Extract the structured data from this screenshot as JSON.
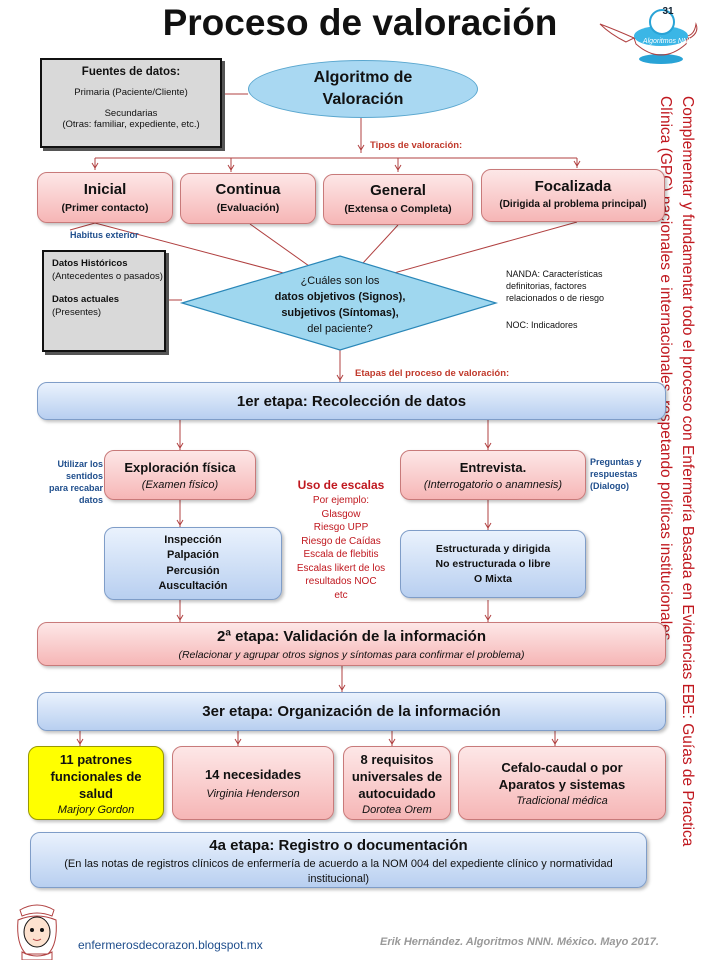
{
  "title": "Proceso de valoración",
  "badge_number": "31",
  "badge_text": "Algoritmos NNN",
  "side_text": "Complementar y fundamentar todo el proceso con Enfermería Basada en Evidencias EBE: Guías de Practica Clínica (GPC) nacionales e internacionales, respetando políticas institucionales.",
  "fuentes": {
    "title": "Fuentes de datos:",
    "primaria": "Primaria (Paciente/Cliente)",
    "secundarias": "Secundarias",
    "otras": "(Otras: familiar, expediente, etc.)"
  },
  "algoritmo": "Algoritmo de Valoración",
  "tipos_label": "Tipos de valoración:",
  "tipos": [
    {
      "title": "Inicial",
      "sub": "(Primer contacto)"
    },
    {
      "title": "Continua",
      "sub": "(Evaluación)"
    },
    {
      "title": "General",
      "sub": "(Extensa o Completa)"
    },
    {
      "title": "Focalizada",
      "sub": "(Dirigida al problema principal)"
    }
  ],
  "habitus": "Habitus exterior",
  "datos": {
    "hist_title": "Datos Históricos",
    "hist_sub": "(Antecedentes o pasados)",
    "act_title": "Datos actuales",
    "act_sub": "(Presentes)"
  },
  "diamond": {
    "l1": "¿Cuáles son los",
    "l2": "datos objetivos (Signos),",
    "l3": "subjetivos (Síntomas),",
    "l4": "del paciente?"
  },
  "nanda": "NANDA: Características definitorias, factores relacionados o de riesgo",
  "noc": "NOC: Indicadores",
  "etapas_label": "Etapas del proceso de valoración:",
  "etapa1": "1er etapa: Recolección de datos",
  "utilizar": "Utilizar los sentidos para recabar datos",
  "exploracion": {
    "title": "Exploración física",
    "sub": "(Examen físico)"
  },
  "entrevista": {
    "title": "Entrevista.",
    "sub": "(Interrogatorio o anamnesis)"
  },
  "preguntas": "Preguntas y respuestas (Dialogo)",
  "escalas": {
    "title": "Uso de escalas",
    "lines": [
      "Por ejemplo:",
      "Glasgow",
      "Riesgo UPP",
      "Riesgo de Caídas",
      "Escala de flebitis",
      "Escalas likert de los",
      "resultados NOC",
      "etc"
    ]
  },
  "tecnicas": [
    "Inspección",
    "Palpación",
    "Percusión",
    "Auscultación"
  ],
  "tipos_entrevista": [
    "Estructurada y dirigida",
    "No estructurada o libre",
    "O Mixta"
  ],
  "etapa2": {
    "title": "2ª etapa: Validación de la información",
    "sub": "(Relacionar y agrupar otros signos y síntomas para confirmar el problema)"
  },
  "etapa3": "3er etapa: Organización de la información",
  "modelos": [
    {
      "title": "11 patrones funcionales de salud",
      "author": "Marjory Gordon"
    },
    {
      "title": "14 necesidades",
      "author": "Virginia Henderson"
    },
    {
      "title": "8 requisitos universales de autocuidado",
      "author": "Dorotea Orem"
    },
    {
      "title": "Cefalo-caudal o por Aparatos y sistemas",
      "author": "Tradicional médica"
    }
  ],
  "etapa4": {
    "title": "4a etapa: Registro o documentación",
    "sub": "(En las notas de registros clínicos de enfermería de acuerdo a la NOM 004 del expediente clínico y normatividad institucional)"
  },
  "footer_url": "enfermerosdecorazon.blogspot.mx",
  "footer_credit": "Erik Hernández. Algoritmos NNN. México. Mayo 2017.",
  "colors": {
    "red_text": "#c0181f",
    "pink": "#f6b6b6",
    "blue": "#b8cff0",
    "yellow": "#ffff00",
    "ellipse": "#a9d8f2"
  }
}
